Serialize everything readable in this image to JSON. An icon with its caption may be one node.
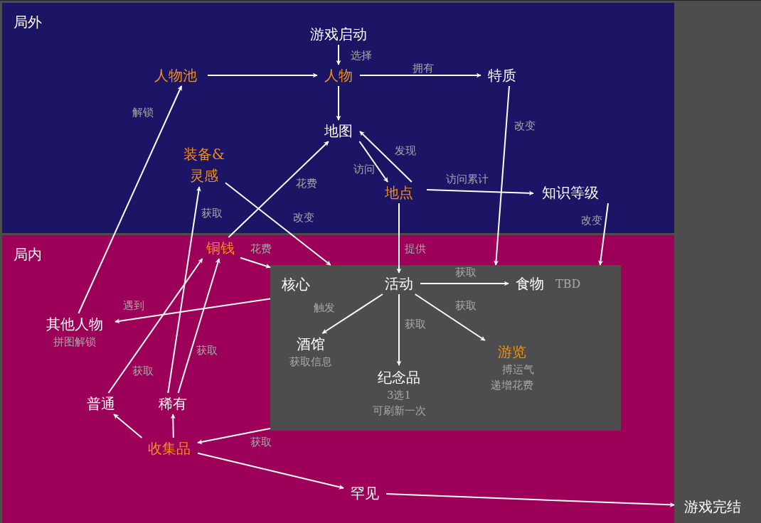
{
  "diagram": {
    "nodes": [
      {
        "text": [
          "局外"
        ]
      },
      {
        "text": [
          "游戏启动"
        ],
        "in": 0
      },
      {
        "text": [
          "人物池"
        ],
        "in": 0
      },
      {
        "text": [
          "人物"
        ],
        "in": 0
      },
      {
        "text": [
          "特质"
        ],
        "in": 0
      },
      {
        "text": [
          "地图"
        ],
        "in": 0
      },
      {
        "text": [
          "装备&灵感"
        ],
        "in": 0
      },
      {
        "text": [
          "地点"
        ],
        "in": 0
      },
      {
        "text": [
          "知识等级"
        ],
        "in": 0
      },
      {
        "text": [
          "局内"
        ]
      },
      {
        "text": [
          "铜钱"
        ],
        "in": 9
      },
      {
        "text": [
          "其他人物",
          "拼图解锁"
        ],
        "in": 9
      },
      {
        "text": [
          "核心"
        ],
        "in": 9
      },
      {
        "text": [
          "活动"
        ],
        "in": 12
      },
      {
        "text": [
          "食物"
        ],
        "in": 12,
        "beside": [
          "TBD"
        ]
      },
      {
        "text": [
          "酒馆",
          "获取信息"
        ],
        "in": 12
      },
      {
        "text": [
          "纪念品",
          "3选1 可刷新一次"
        ],
        "in": 12
      },
      {
        "text": [
          "游览",
          "搏运气递增花费"
        ],
        "in": 12
      },
      {
        "text": [
          "普通"
        ],
        "in": 9
      },
      {
        "text": [
          "稀有"
        ],
        "in": 9
      },
      {
        "text": [
          "收集品"
        ],
        "in": 9
      },
      {
        "text": [
          "罕见"
        ],
        "in": 9
      },
      {
        "text": [
          "游戏完结"
        ]
      }
    ],
    "edges": [
      {
        "from": 1,
        "to": 3,
        "arrow": "to",
        "label": "选择"
      },
      {
        "from": 2,
        "to": 3,
        "arrow": "to"
      },
      {
        "from": 3,
        "to": 4,
        "arrow": "to",
        "label": "拥有"
      },
      {
        "from": 3,
        "to": 5,
        "arrow": "to"
      },
      {
        "from": 5,
        "to": 7,
        "arrow": "to",
        "label": "访问"
      },
      {
        "from": 7,
        "to": 5,
        "arrow": "to",
        "label": "发现"
      },
      {
        "from": 7,
        "to": 8,
        "arrow": "to",
        "label": "访问累计"
      },
      {
        "from": 10,
        "to": 5,
        "arrow": "to",
        "label": "花费"
      },
      {
        "from": 6,
        "to": 12,
        "arrow": "to",
        "label": "改变"
      },
      {
        "from": 7,
        "to": 13,
        "arrow": "to",
        "label": "提供"
      },
      {
        "from": 4,
        "to": 12,
        "arrow": "to",
        "label": "改变"
      },
      {
        "from": 8,
        "to": 12,
        "arrow": "to",
        "label": "改变"
      },
      {
        "from": 10,
        "to": 12,
        "arrow": "to",
        "label": "花费"
      },
      {
        "from": 12,
        "to": 11,
        "arrow": "to",
        "label": "遇到"
      },
      {
        "from": 11,
        "to": 2,
        "arrow": "to",
        "label": "解锁"
      },
      {
        "from": 13,
        "to": 14,
        "arrow": "to",
        "label": "获取"
      },
      {
        "from": 13,
        "to": 15,
        "arrow": "to",
        "label": "触发"
      },
      {
        "from": 13,
        "to": 16,
        "arrow": "to",
        "label": "获取"
      },
      {
        "from": 13,
        "to": 17,
        "arrow": "to",
        "label": "获取"
      },
      {
        "from": 18,
        "to": 10,
        "arrow": "to",
        "label": "获取"
      },
      {
        "from": 19,
        "to": 6,
        "arrow": "to",
        "label": "获取"
      },
      {
        "from": 19,
        "to": 10,
        "arrow": "to",
        "label": "获取"
      },
      {
        "from": 12,
        "to": 20,
        "arrow": "to",
        "label": "获取"
      },
      {
        "from": 20,
        "to": 18,
        "arrow": "to"
      },
      {
        "from": 20,
        "to": 19,
        "arrow": "to"
      },
      {
        "from": 20,
        "to": 21,
        "arrow": "to"
      },
      {
        "from": 21,
        "to": 22,
        "arrow": "to"
      }
    ]
  }
}
